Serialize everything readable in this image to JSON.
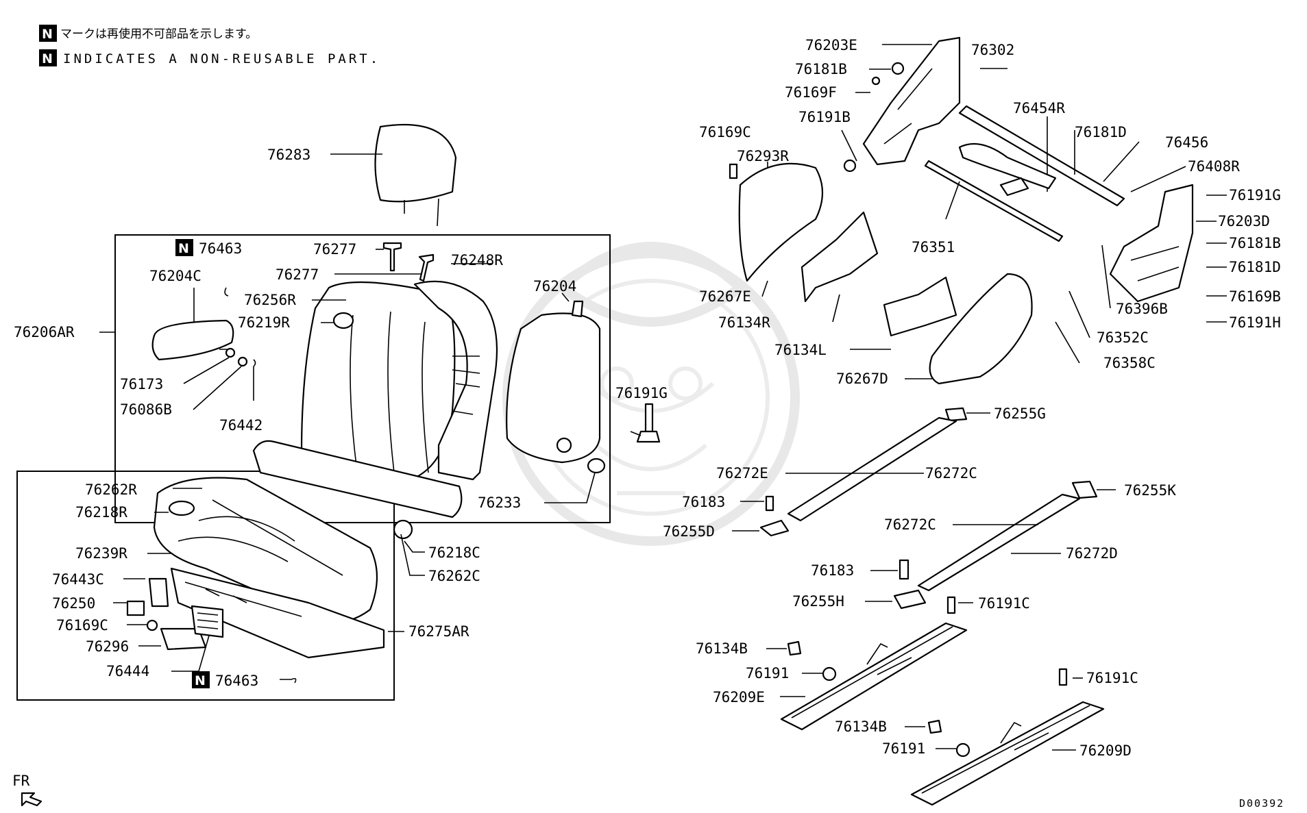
{
  "legend": {
    "badge": "N",
    "note_jp": "マークは再使用不可部品を示します。",
    "note_en": "INDICATES A NON-REUSABLE PART."
  },
  "labels": {
    "p76283": "76283",
    "p76463_top": "76463",
    "p76277_a": "76277",
    "p76277_b": "76277",
    "p76248R": "76248R",
    "p76204C": "76204C",
    "p76256R": "76256R",
    "p76219R": "76219R",
    "p76204": "76204",
    "p76206AR": "76206AR",
    "p76173": "76173",
    "p76086B": "76086B",
    "p76442": "76442",
    "p76191G_mid": "76191G",
    "p76233": "76233",
    "p76262R": "76262R",
    "p76218R": "76218R",
    "p76218C": "76218C",
    "p76262C": "76262C",
    "p76239R": "76239R",
    "p76443C": "76443C",
    "p76250": "76250",
    "p76169C_bottom": "76169C",
    "p76296": "76296",
    "p76275AR": "76275AR",
    "p76444": "76444",
    "p76463_bottom": "76463",
    "fr": "FR",
    "p76203E": "76203E",
    "p76302": "76302",
    "p76181B_top": "76181B",
    "p76169F": "76169F",
    "p76454R": "76454R",
    "p76191B": "76191B",
    "p76181D_top": "76181D",
    "p76169C_top": "76169C",
    "p76456": "76456",
    "p76293R": "76293R",
    "p76408R": "76408R",
    "p76191G_right": "76191G",
    "p76203D": "76203D",
    "p76181B_right": "76181B",
    "p76181D_right": "76181D",
    "p76169B": "76169B",
    "p76351": "76351",
    "p76267E": "76267E",
    "p76134R": "76134R",
    "p76396B": "76396B",
    "p76191H": "76191H",
    "p76352C": "76352C",
    "p76134L": "76134L",
    "p76358C": "76358C",
    "p76267D": "76267D",
    "p76255G": "76255G",
    "p76272E": "76272E",
    "p76272C_a": "76272C",
    "p76183_a": "76183",
    "p76255K": "76255K",
    "p76255D": "76255D",
    "p76272C_b": "76272C",
    "p76272D": "76272D",
    "p76183_b": "76183",
    "p76255H": "76255H",
    "p76191C_a": "76191C",
    "p76134B_a": "76134B",
    "p76191_a": "76191",
    "p76209E": "76209E",
    "p76191C_b": "76191C",
    "p76134B_b": "76134B",
    "p76191_b": "76191",
    "p76209D": "76209D"
  },
  "footer": {
    "code": "D00392"
  }
}
